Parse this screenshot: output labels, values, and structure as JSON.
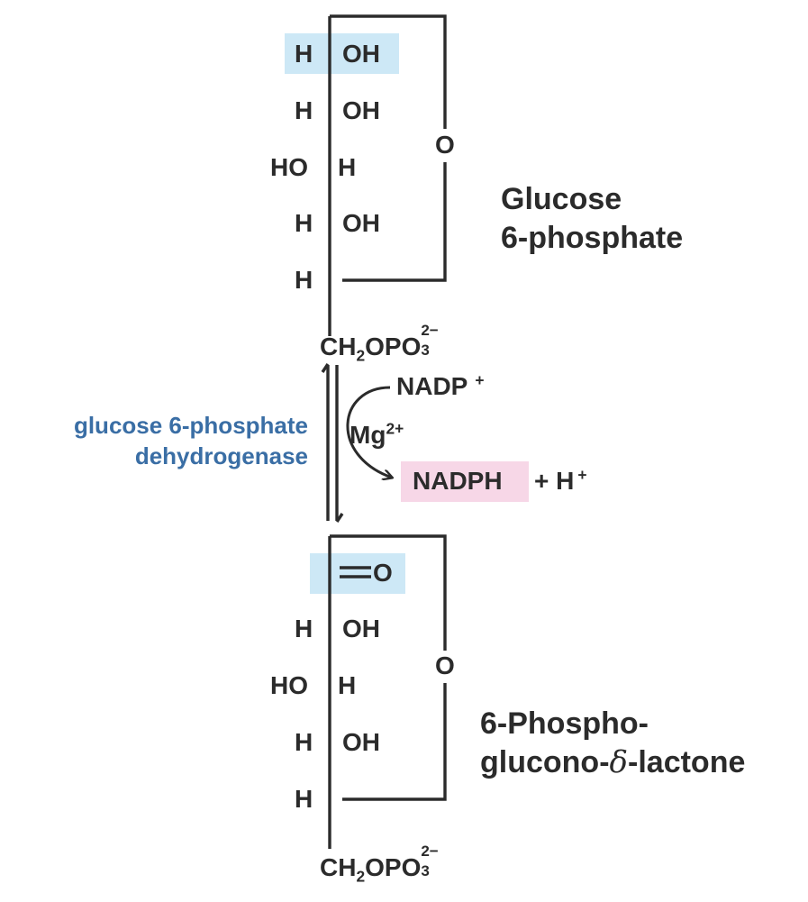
{
  "colors": {
    "ink": "#2b2b2b",
    "highlight_blue": "#cde8f6",
    "highlight_pink": "#f7d7e7",
    "enzyme_text": "#3a6ea5"
  },
  "reactant": {
    "name_line1": "Glucose",
    "name_line2": "6-phosphate",
    "atoms": {
      "c1_h": "H",
      "c1_oh": "OH",
      "c2_h": "H",
      "c2_oh": "OH",
      "c3_ho": "HO",
      "c3_h": "H",
      "c4_h": "H",
      "c4_oh": "OH",
      "c5_h": "H",
      "ring_o": "O",
      "ch2_c": "CH",
      "ch2_sub": "2",
      "ch2_opo": "OPO",
      "ch2_charge": "2−",
      "ch2_sub3": "3"
    }
  },
  "enzyme": {
    "line1": "glucose 6-phosphate",
    "line2": "dehydrogenase"
  },
  "cofactors": {
    "nadp": "NADP",
    "nadp_charge": "+",
    "mg": "Mg",
    "mg_charge": "2+",
    "nadph": "NADPH",
    "plus_h": "+ H",
    "h_charge": "+"
  },
  "product": {
    "name_line1": "6-Phospho-",
    "name_line2_pre": "glucono-",
    "name_line2_delta": "δ",
    "name_line2_post": "-lactone",
    "atoms": {
      "c1_o": "O",
      "c2_h": "H",
      "c2_oh": "OH",
      "c3_ho": "HO",
      "c3_h": "H",
      "c4_h": "H",
      "c4_oh": "OH",
      "c5_h": "H",
      "ring_o": "O",
      "ch2_c": "CH",
      "ch2_sub": "2",
      "ch2_opo": "OPO",
      "ch2_charge": "2−",
      "ch2_sub3": "3"
    }
  }
}
